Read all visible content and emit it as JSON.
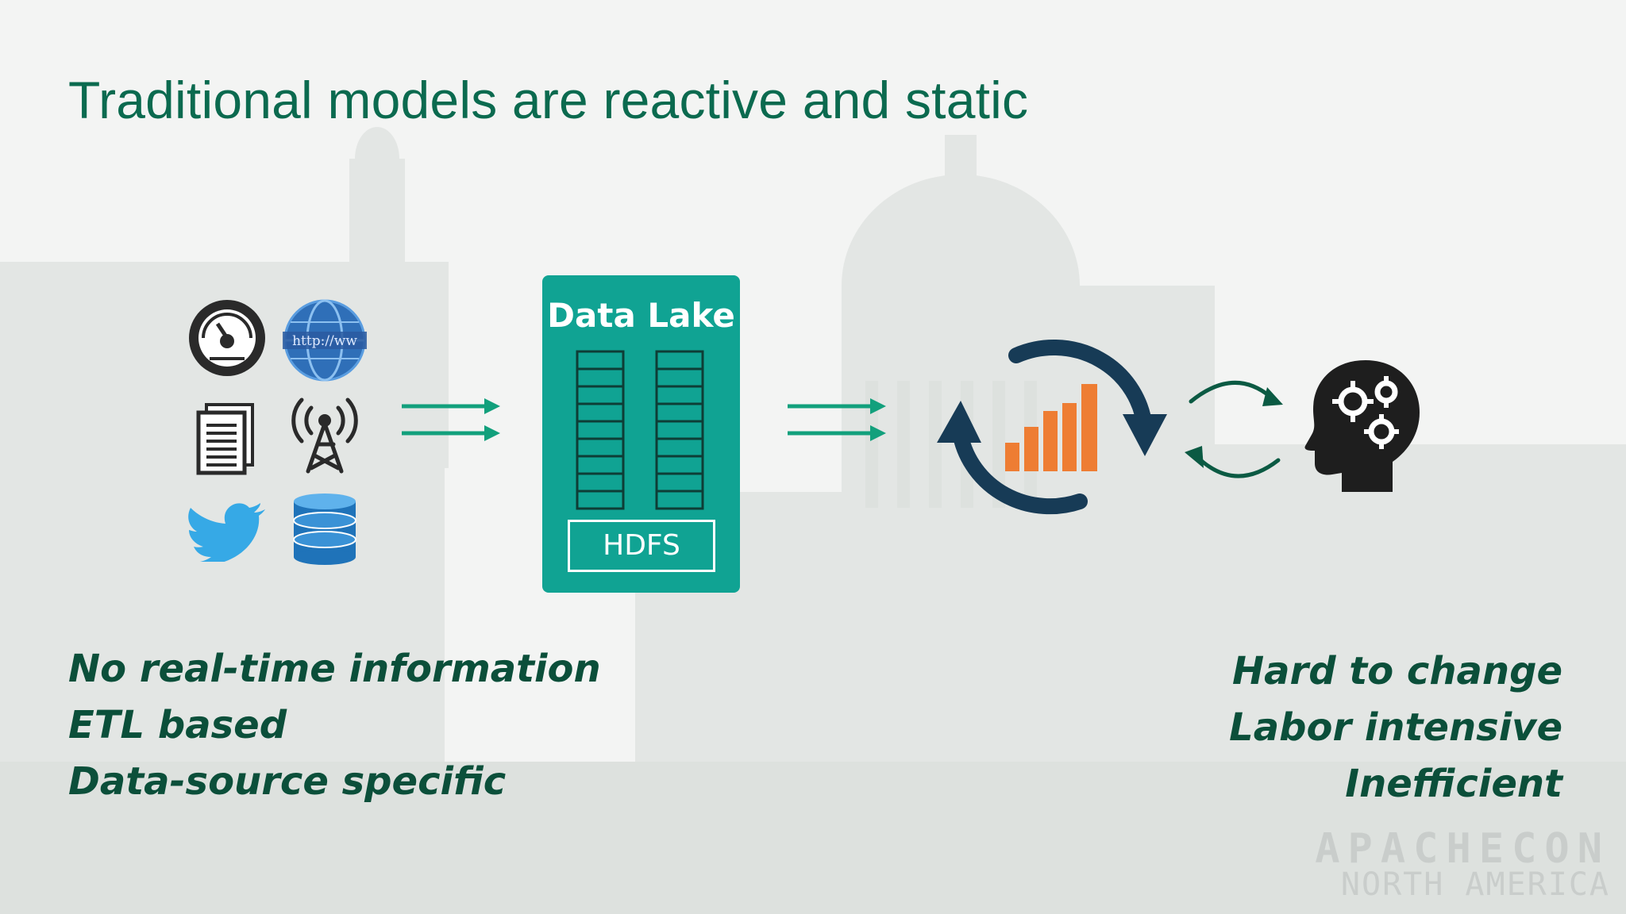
{
  "slide": {
    "title": "Traditional models are reactive and static"
  },
  "sources": {
    "icons": [
      "gauge-icon",
      "web-globe-icon",
      "documents-icon",
      "radio-tower-icon",
      "twitter-bird-icon",
      "database-icon"
    ],
    "globe_text": "http://ww"
  },
  "data_lake": {
    "title": "Data Lake",
    "store_label": "HDFS",
    "color": "#10a393"
  },
  "analytics": {
    "icons": [
      "refresh-cycle-icon",
      "bar-chart-icon",
      "swap-arrows-icon",
      "head-gears-icon"
    ],
    "bar_color": "#ee7d33",
    "cycle_color": "#173b56"
  },
  "left_notes": [
    "No real-time information",
    "ETL based",
    "Data-source specific"
  ],
  "right_notes": [
    "Hard to change",
    "Labor intensive",
    "Inefficient"
  ],
  "watermark": {
    "line1": "APACHECON",
    "line2": "NORTH AMERICA"
  },
  "colors": {
    "title": "#0b6a4f",
    "arrow": "#12a07c",
    "notes": "#0b4f3a"
  }
}
